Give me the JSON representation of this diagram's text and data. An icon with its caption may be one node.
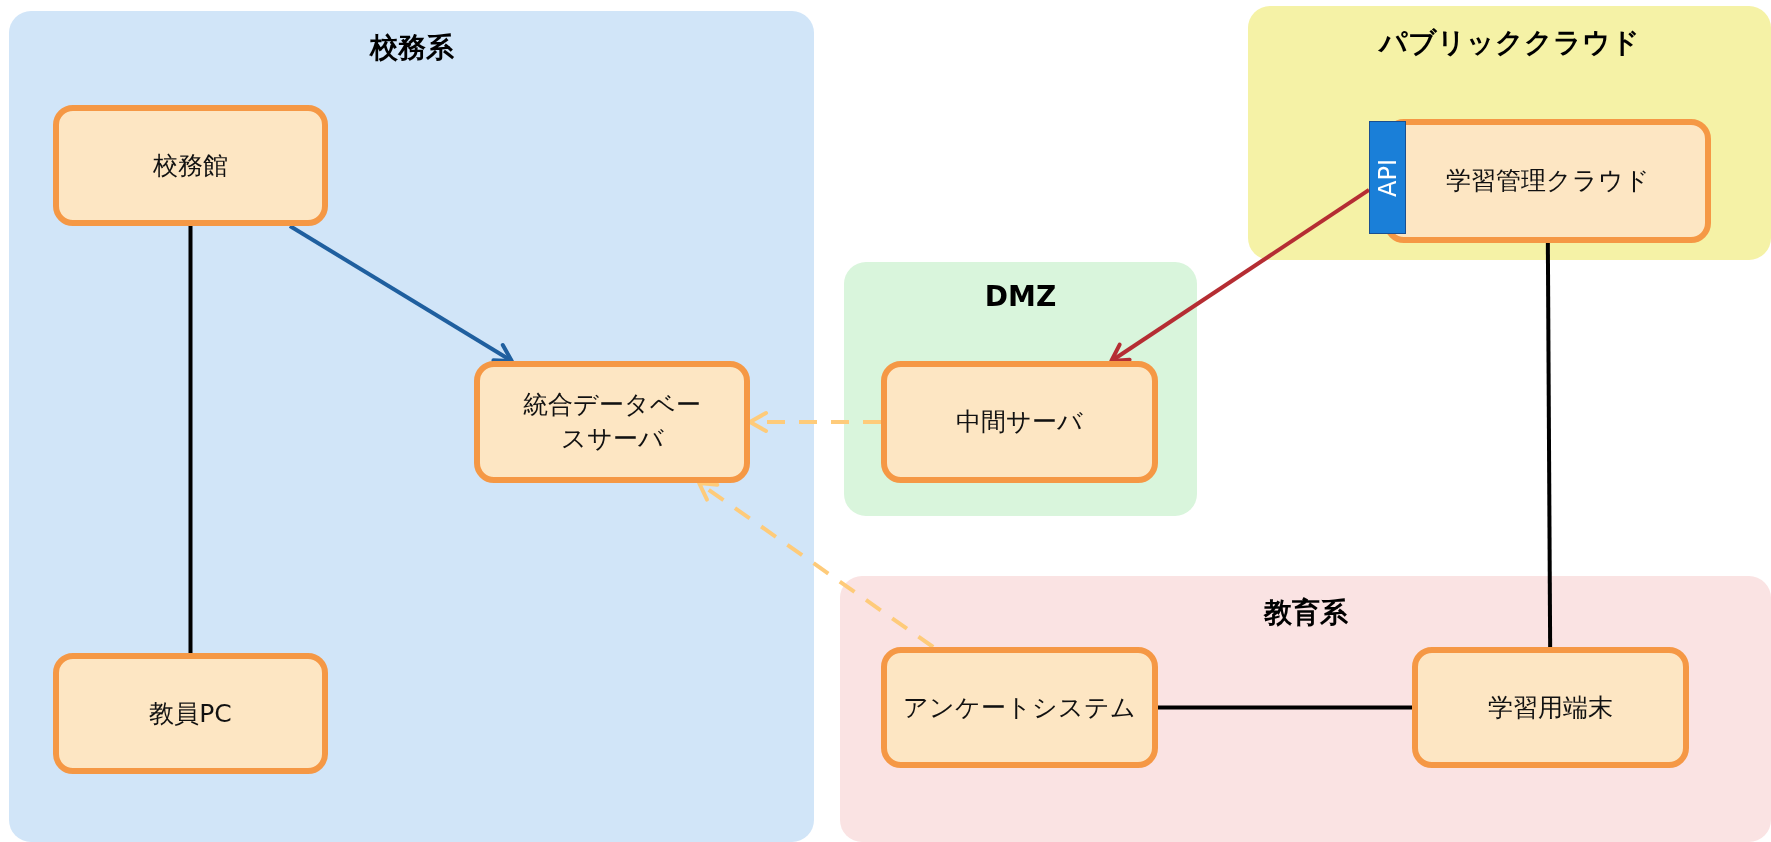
{
  "diagram": {
    "nodes": [
      {
        "text": [
          "校務系"
        ]
      },
      {
        "text": [
          "校務館"
        ],
        "in": 0
      },
      {
        "text": [
          "パブリッククラウド"
        ]
      },
      {
        "text": [
          "学習管理クラウド"
        ],
        "in": 2
      },
      {
        "text": [
          "API"
        ],
        "in": 2
      },
      {
        "text": [
          "DMZ"
        ]
      },
      {
        "text": [
          "統合データベースサーバ"
        ],
        "in": 0
      },
      {
        "text": [
          "中間サーバ"
        ],
        "in": 5
      },
      {
        "text": [
          "教育系"
        ]
      },
      {
        "text": [
          "教員PC"
        ],
        "in": 0
      },
      {
        "text": [
          "アンケートシステム"
        ],
        "in": 8
      },
      {
        "text": [
          "学習用端末"
        ],
        "in": 8
      }
    ],
    "edges": [
      {
        "from": 1,
        "to": 6,
        "arrow": "to",
        "color": "#1f5f9f"
      },
      {
        "from": 1,
        "to": 9,
        "arrow": "none"
      },
      {
        "from": 4,
        "to": 7,
        "arrow": "to",
        "color": "#b52d33"
      },
      {
        "from": 3,
        "to": 11,
        "arrow": "none"
      },
      {
        "from": 7,
        "to": 6,
        "arrow": "to",
        "style": "dashed",
        "color": "#fecb7a"
      },
      {
        "from": 10,
        "to": 6,
        "arrow": "to",
        "style": "dashed",
        "color": "#fecb7a"
      },
      {
        "from": 10,
        "to": 11,
        "arrow": "none"
      }
    ]
  }
}
